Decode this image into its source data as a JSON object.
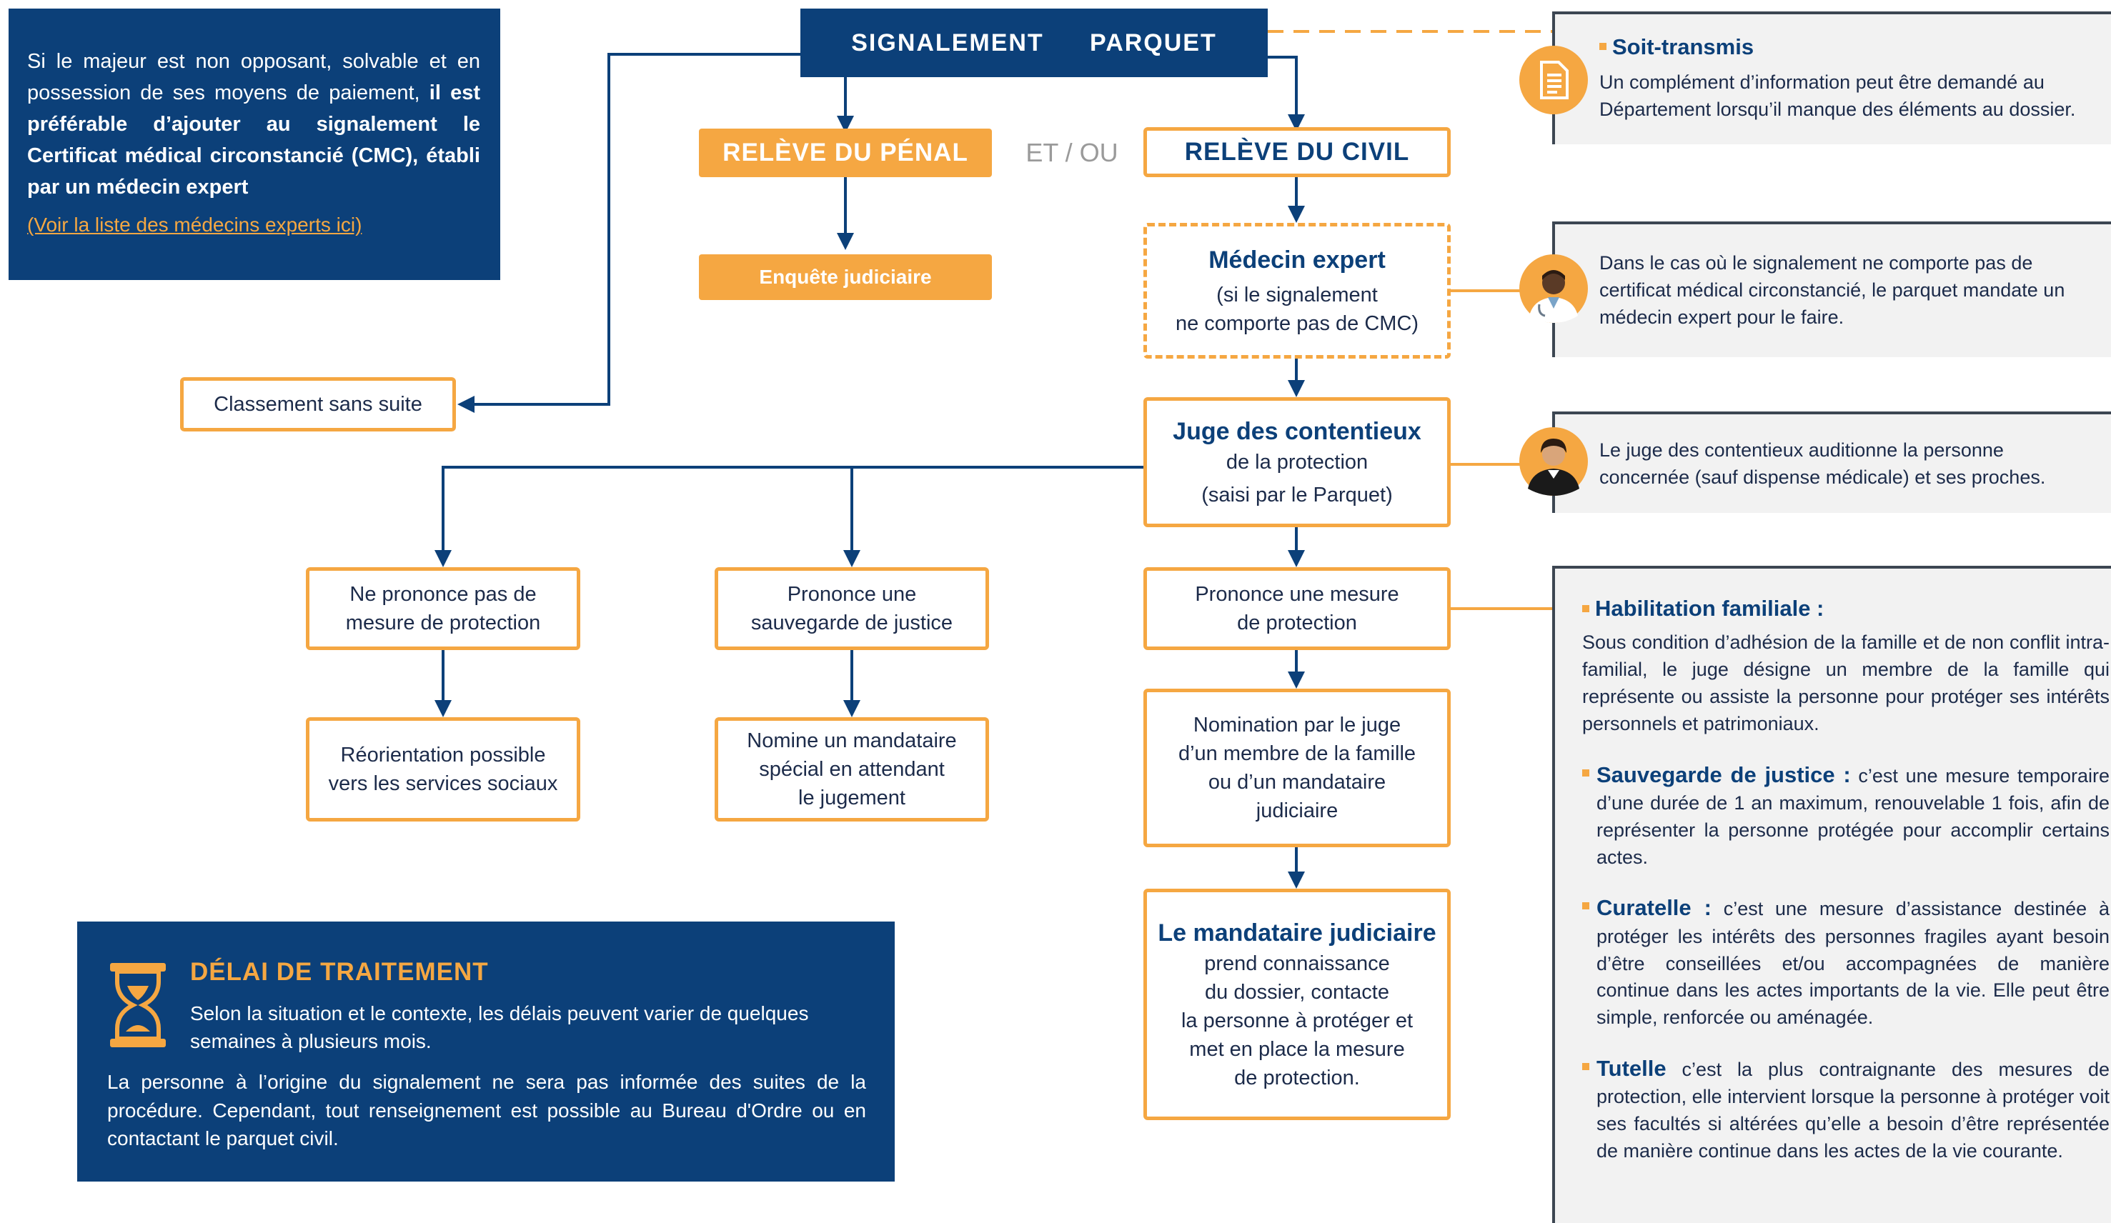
{
  "flow": {
    "parquet": "SIGNALEMENT   PARQUET",
    "penal": "RELÈVE DU PÉNAL",
    "et_ou": "ET / OU",
    "civil": "RELÈVE DU CIVIL",
    "enquete": "Enquête judiciaire",
    "medecin_title": "Médecin expert",
    "medecin_l1": "(si le signalement",
    "medecin_l2": "ne comporte pas de CMC)",
    "juge_title": "Juge des contentieux",
    "juge_l1": "de la protection",
    "juge_l2": "(saisi par le Parquet)",
    "classement": "Classement sans suite",
    "no_mesure_l1": "Ne prononce pas de",
    "no_mesure_l2": "mesure de protection",
    "sauvegarde_l1": "Prononce une",
    "sauvegarde_l2": "sauvegarde de justice",
    "mesure_l1": "Prononce une mesure",
    "mesure_l2": "de protection",
    "reorientation_l1": "Réorientation possible",
    "reorientation_l2": "vers les services sociaux",
    "nomine_l1": "Nomine un mandataire",
    "nomine_l2": "spécial en attendant",
    "nomine_l3": "le jugement",
    "nomination_l1": "Nomination par le juge",
    "nomination_l2": "d’un membre de la famille",
    "nomination_l3": "ou d’un mandataire",
    "nomination_l4": "judiciaire",
    "mandataire_title": "Le mandataire judiciaire",
    "mandataire_l1": "prend connaissance",
    "mandataire_l2": "du dossier, contacte",
    "mandataire_l3": "la personne à protéger et",
    "mandataire_l4": "met en place la mesure",
    "mandataire_l5": "de protection."
  },
  "majeur": {
    "text_normal": "Si le majeur est non opposant, solvable et en possession de ses moyens de paiement, ",
    "text_bold": "il est préférable d’ajouter au signalement le Certificat médical circonstancié (CMC), établi par un médecin expert",
    "link": "(Voir la liste des médecins experts ici)"
  },
  "delai": {
    "title": "DÉLAI DE TRAITEMENT",
    "p1": "Selon la situation et le contexte, les délais peuvent varier de quelques semaines à plusieurs mois.",
    "p2": "La personne à l’origine du signalement ne sera pas informée des suites de la procédure. Cependant, tout renseignement est possible au Bureau d'Ordre ou en contactant le parquet civil."
  },
  "notes": {
    "soit_title": "Soit-transmis",
    "soit_text": "Un complément d’information peut être demandé au Département lorsqu’il manque des éléments au dossier.",
    "medecin_text": "Dans le cas où le signalement ne comporte pas de certificat médical circonstancié, le parquet mandate un médecin expert pour le faire.",
    "juge_text": "Le juge des contentieux auditionne la personne concernée (sauf dispense médicale) et ses proches."
  },
  "legal": {
    "habilitation_term": "Habilitation familiale :",
    "habilitation_text": "Sous condition d’adhésion de la famille et de non conflit intra-familial, le juge désigne un membre de la famille qui représente ou assiste la personne pour protéger ses intérêts personnels et patrimoniaux.",
    "sauvegarde_term": "Sauvegarde de justice :",
    "sauvegarde_text": " c’est une mesure temporaire d’une durée de 1 an maximum, renouvelable 1 fois, afin de représenter la personne protégée pour accomplir certains actes.",
    "curatelle_term": "Curatelle :",
    "curatelle_text": " c’est une mesure d’assistance destinée à protéger les intérêts des personnes fragiles ayant besoin d’être conseillées et/ou accompagnées de manière continue dans les actes importants de la vie. Elle peut être simple, renforcée ou aménagée.",
    "tutelle_term": "Tutelle",
    "tutelle_text": " c’est la plus contraignante des mesures de protection, elle intervient lorsque la personne à protéger voit ses facultés si altérées qu’elle a besoin d’être représentée de manière continue dans les actes de la vie courante."
  },
  "colors": {
    "navy": "#0c4079",
    "orange": "#f5a742",
    "grey": "#f2f2f2"
  },
  "icons": [
    "document-icon",
    "doctor-icon",
    "judge-icon",
    "hourglass-icon"
  ]
}
